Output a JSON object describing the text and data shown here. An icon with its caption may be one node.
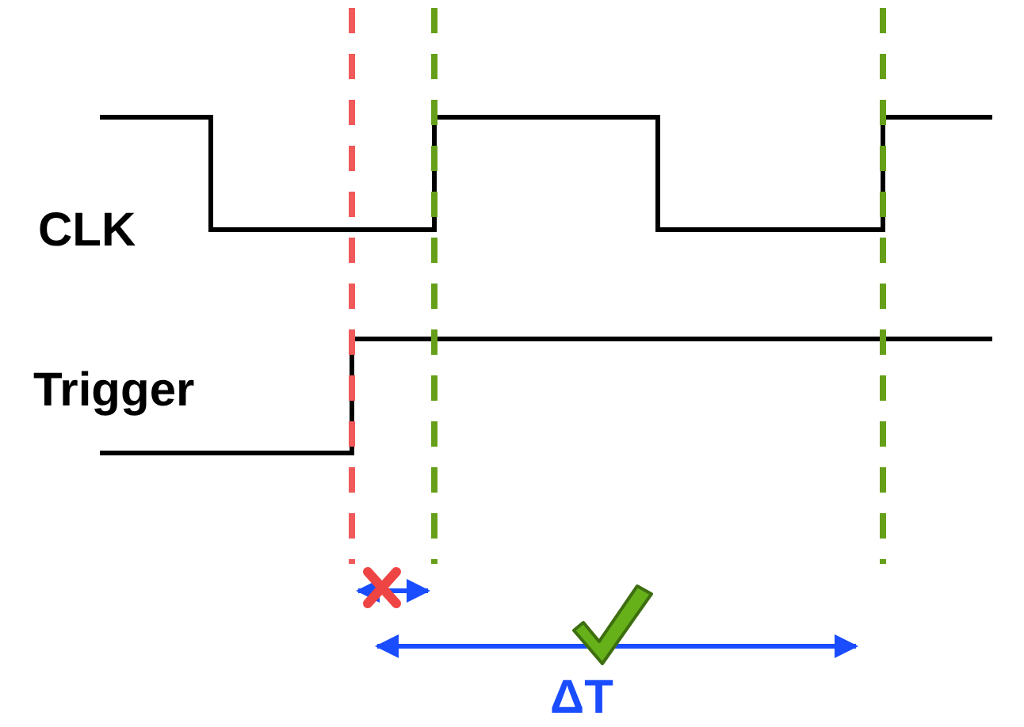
{
  "diagram": {
    "labels": [
      "CLK",
      "Trigger",
      "ΔT"
    ]
  }
}
